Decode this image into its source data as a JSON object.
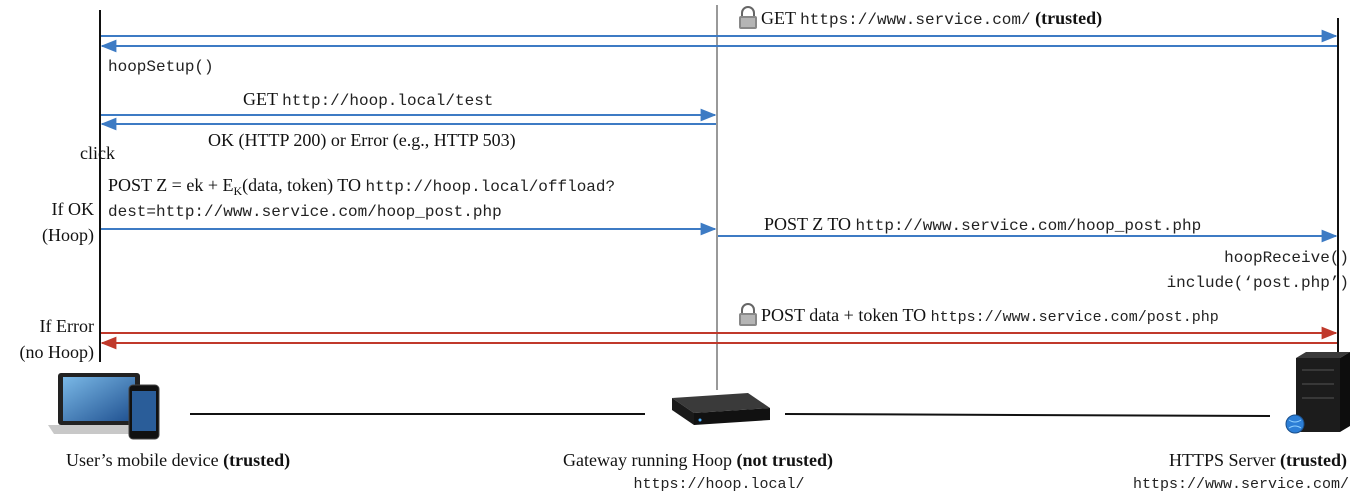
{
  "colors": {
    "blue": "#3d7bc4",
    "red": "#c0392b",
    "line": "#111111",
    "gateway_line": "#999999"
  },
  "icons": {
    "lock": "lock-icon",
    "laptop_phone": "laptop-phone-icon",
    "gateway_box": "gateway-box-icon",
    "server": "server-icon"
  },
  "messages": {
    "get_service_prefix": "GET ",
    "get_service_url": "https://www.service.com/",
    "get_service_trusted": "(trusted)",
    "hoop_setup": "hoopSetup()",
    "get_test_prefix": "GET ",
    "get_test_url": "http://hoop.local/test",
    "ok_or_error": "OK (HTTP 200) or Error (e.g., HTTP 503)",
    "click": "click",
    "post_z_prefix": "POST Z = ek + E",
    "post_z_sub": "K",
    "post_z_mid": "(data, token) TO ",
    "post_z_url": "http://hoop.local/offload?",
    "post_z_dest": "dest=http://www.service.com/hoop_post.php",
    "if_ok": "If OK",
    "hoop": "(Hoop)",
    "post_z_to_prefix": "POST Z TO ",
    "post_z_to_url": "http://www.service.com/hoop_post.php",
    "hoop_receive": "hoopReceive()",
    "include_post": "include(‘post.php’)",
    "post_data_prefix": "POST data + token TO ",
    "post_data_url": "https://www.service.com/post.php",
    "if_error": "If Error",
    "no_hoop": "(no Hoop)"
  },
  "entities": {
    "device_label": "User’s mobile device ",
    "device_trusted": "(trusted)",
    "gateway_label": "Gateway running Hoop ",
    "gateway_trusted": "(not trusted)",
    "gateway_url": "https://hoop.local/",
    "server_label": "HTTPS Server ",
    "server_trusted": "(trusted)",
    "server_url": "https://www.service.com/"
  }
}
